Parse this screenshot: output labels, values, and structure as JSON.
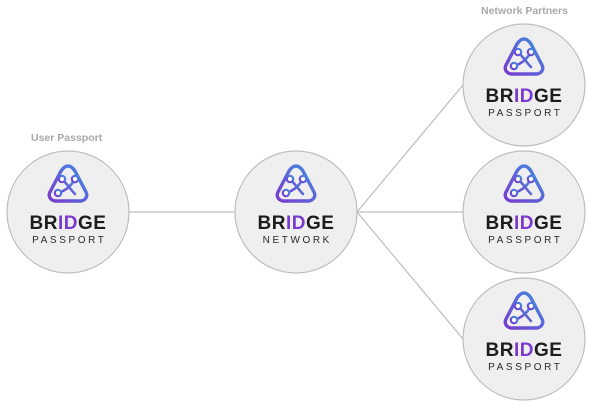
{
  "labels": {
    "user_section": "User Passport",
    "partners_section": "Network Partners"
  },
  "user_node": {
    "word_pre": "BR",
    "word_hl": "ID",
    "word_post": "GE",
    "sub": "PASSPORT"
  },
  "network_node": {
    "word_pre": "BR",
    "word_hl": "ID",
    "word_post": "GE",
    "sub": "NETWORK"
  },
  "partners": [
    {
      "word_pre": "BR",
      "word_hl": "ID",
      "word_post": "GE",
      "sub": "PASSPORT"
    },
    {
      "word_pre": "BR",
      "word_hl": "ID",
      "word_post": "GE",
      "sub": "PASSPORT"
    },
    {
      "word_pre": "BR",
      "word_hl": "ID",
      "word_post": "GE",
      "sub": "PASSPORT"
    }
  ],
  "colors": {
    "node_fill": "#efefef",
    "node_stroke": "#bdbdbd",
    "connector": "#bdbdbd",
    "label": "#a8a8a8",
    "wordmark": "#1d1d1d",
    "wordmark_id": "#7a3ad0",
    "logo_gradient_start": "#7a3ad0",
    "logo_gradient_end": "#3f8ee0"
  }
}
